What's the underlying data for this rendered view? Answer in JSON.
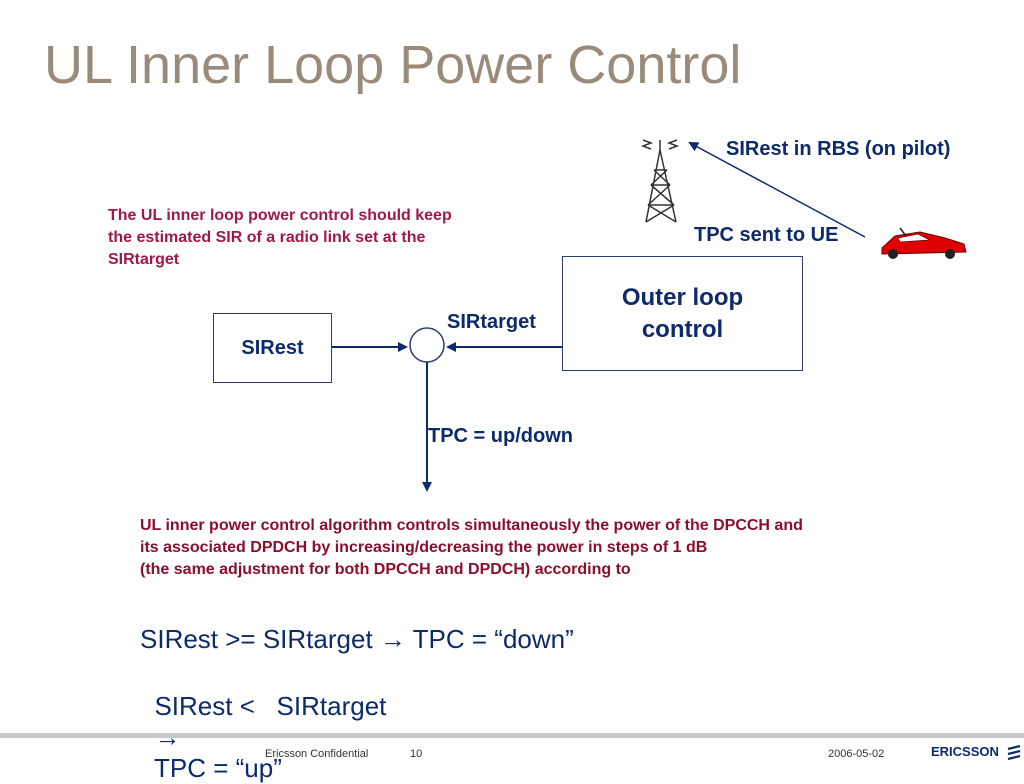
{
  "slide": {
    "title": "UL Inner Loop Power Control"
  },
  "notes": {
    "top_left": [
      "The UL inner loop power control should keep",
      "the estimated SIR of a radio link set at the",
      "SIRtarget"
    ],
    "algorithm": [
      "UL inner power control algorithm controls simultaneously the power of the DPCCH and",
      "its associated DPDCH by increasing/decreasing the power in steps of 1 dB",
      "(the same adjustment for both DPCCH and DPDCH) according to"
    ]
  },
  "diagram": {
    "sirest_box": "SIRest",
    "outer_loop_box": [
      "Outer loop",
      "control"
    ],
    "sirtarget_label": "SIRtarget",
    "tpc_label": "TPC = up/down",
    "sirest_rbs_label": "SIRest in RBS (on pilot)",
    "tpc_sent_label": "TPC sent to UE"
  },
  "rules": [
    {
      "left": "SIRest >= SIRtarget",
      "arrow": "→",
      "right": "TPC = “down”"
    },
    {
      "left": "SIRest <   SIRtarget",
      "arrow": "→",
      "right": "TPC = “up”"
    }
  ],
  "footer": {
    "confidential": "Ericsson Confidential",
    "page": "10",
    "date": "2006-05-02",
    "logo_text": "ERICSSON"
  },
  "colors": {
    "title": "#9a8a7a",
    "note_red": "#a0184a",
    "blue_text": "#0d2a6b",
    "car": "#e00000"
  }
}
